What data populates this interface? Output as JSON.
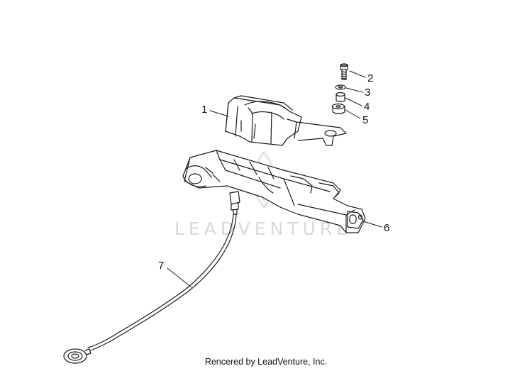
{
  "watermark": "LEADVENTURE",
  "footer": "Rencered by LeadVenture, Inc.",
  "callouts": [
    {
      "label": "1"
    },
    {
      "label": "2"
    },
    {
      "label": "3"
    },
    {
      "label": "4"
    },
    {
      "label": "5"
    },
    {
      "label": "6"
    },
    {
      "label": "7"
    }
  ],
  "colors": {
    "line": "#1a1a1a",
    "watermark": "#d9d9d9",
    "background": "#ffffff"
  }
}
